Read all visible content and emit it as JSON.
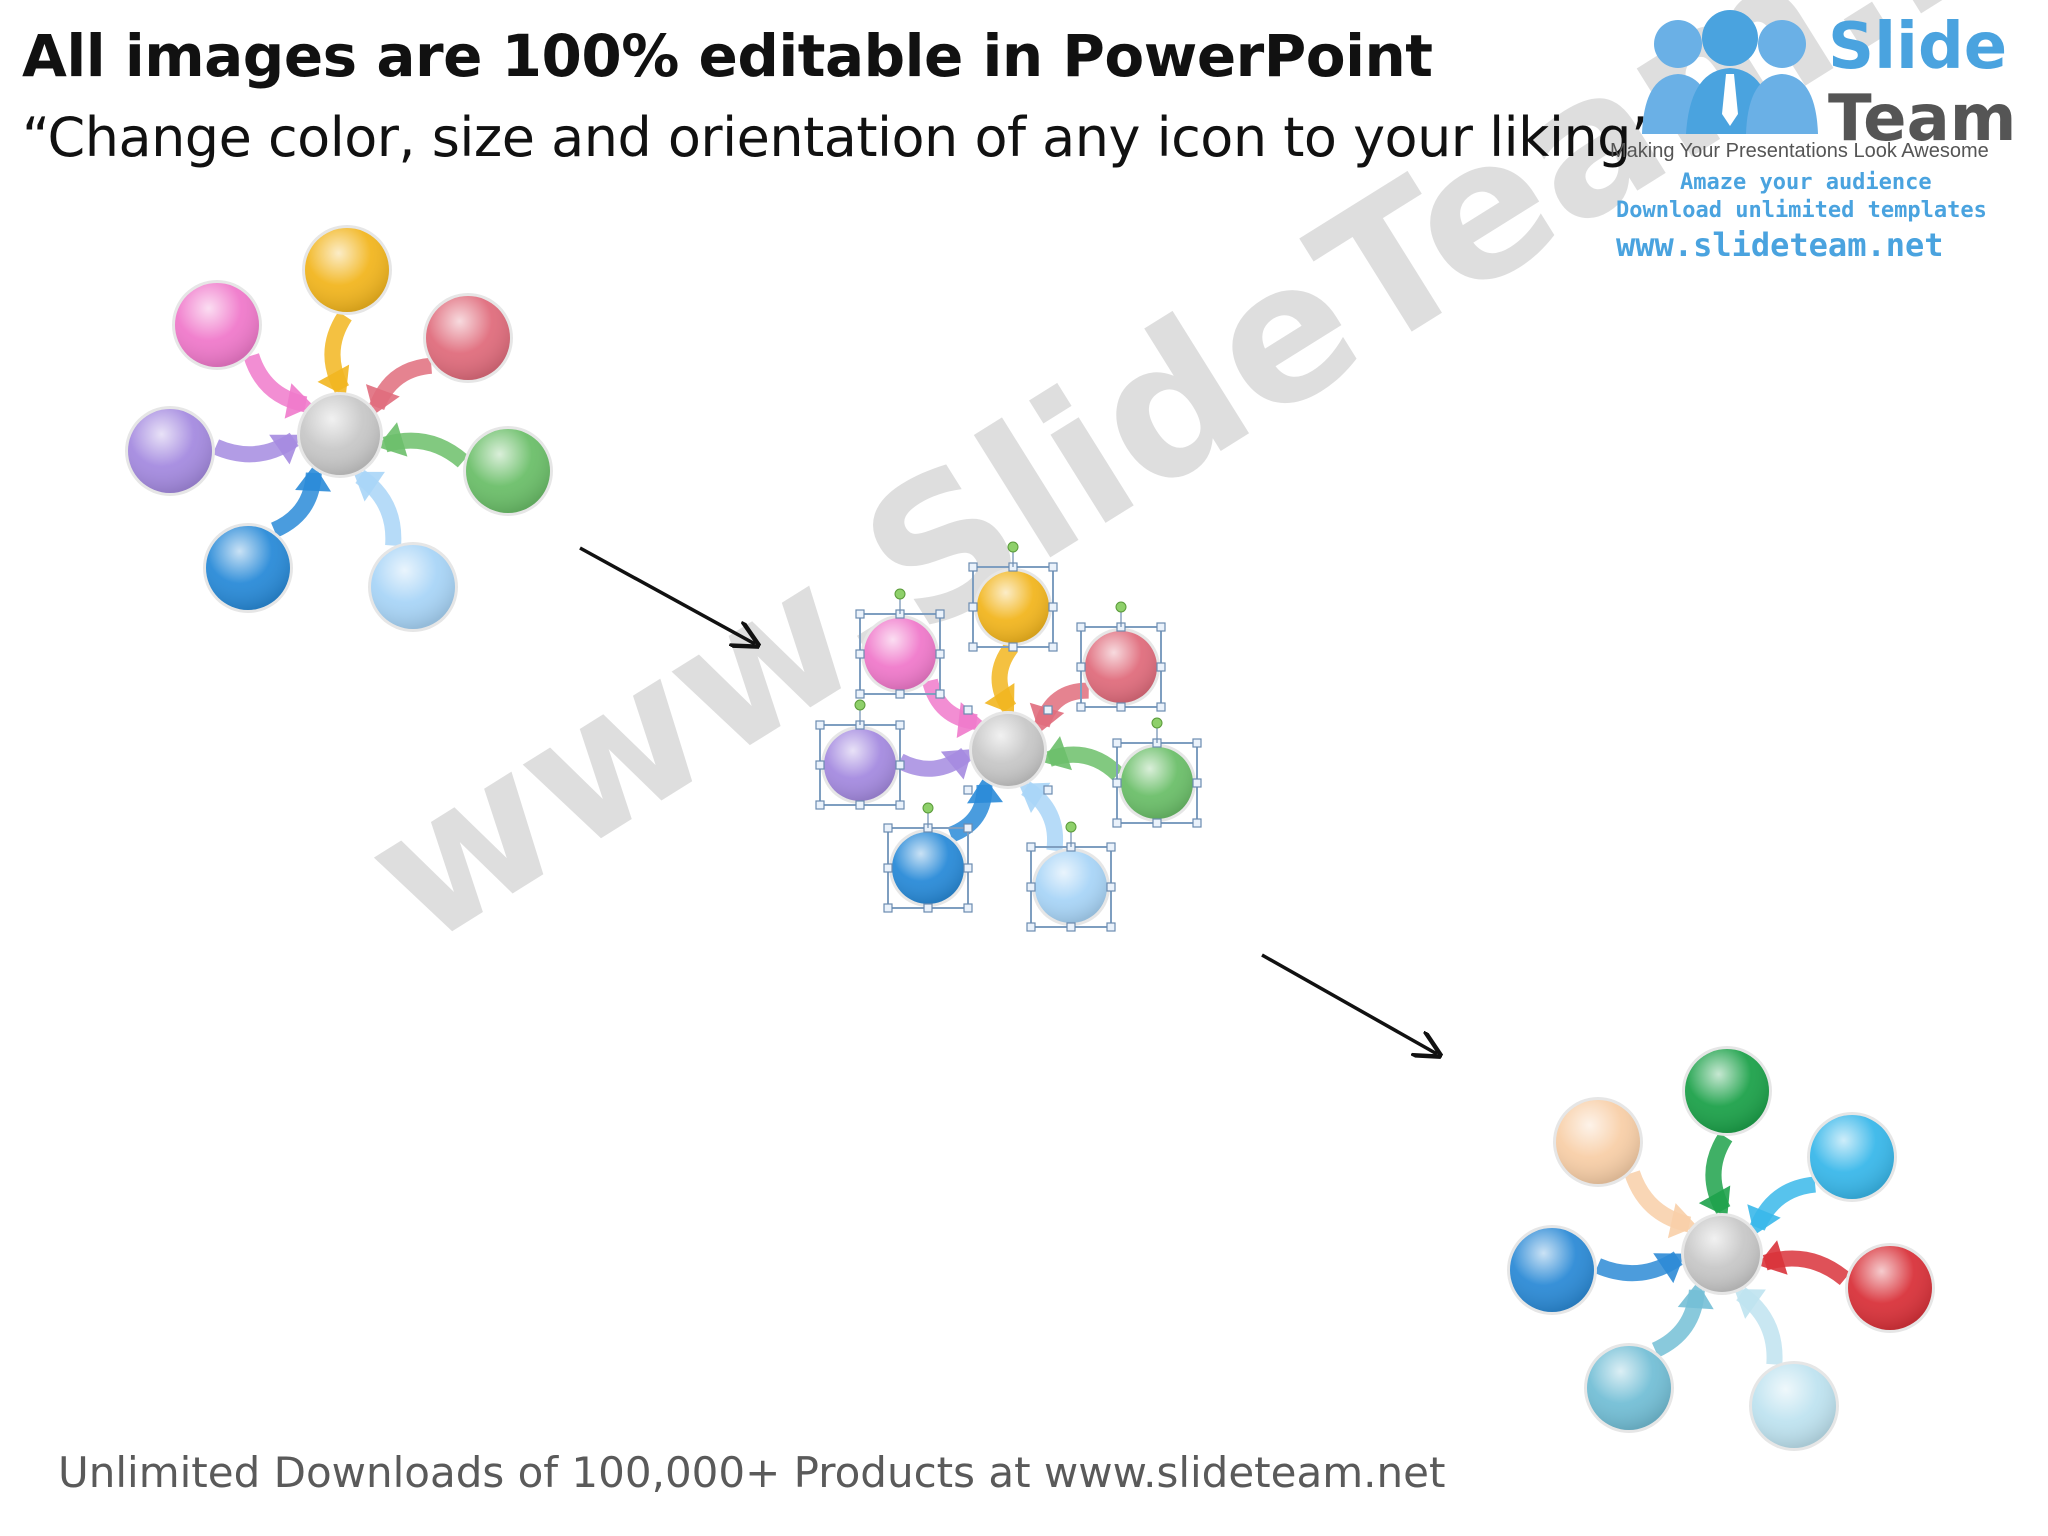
{
  "header": {
    "title": "All images are 100% editable in PowerPoint",
    "subtitle": "“Change color, size and orientation of any icon to your liking”"
  },
  "logo": {
    "word1": "Slide",
    "word2": "Team",
    "tagline": "Making Your Presentations Look Awesome",
    "line1": "Amaze your audience",
    "line2": "Download unlimited templates",
    "line3": "www.slideteam.net"
  },
  "watermark": "www.SlideTeam.net",
  "footer": "Unlimited Downloads of 100,000+ Products at www.slideteam.net",
  "colors": {
    "top_diagram": [
      "#f2b620",
      "#e06d7d",
      "#6cbf6a",
      "#a9d5f7",
      "#2a8bd8",
      "#a58be0",
      "#f07acb"
    ],
    "bottom_diagram": [
      "#1ea24b",
      "#3ab8ea",
      "#d9333b",
      "#bfe3f0",
      "#74bfd6",
      "#2d8bd6",
      "#f8cfa8"
    ],
    "hub": "#c8c8c8"
  }
}
